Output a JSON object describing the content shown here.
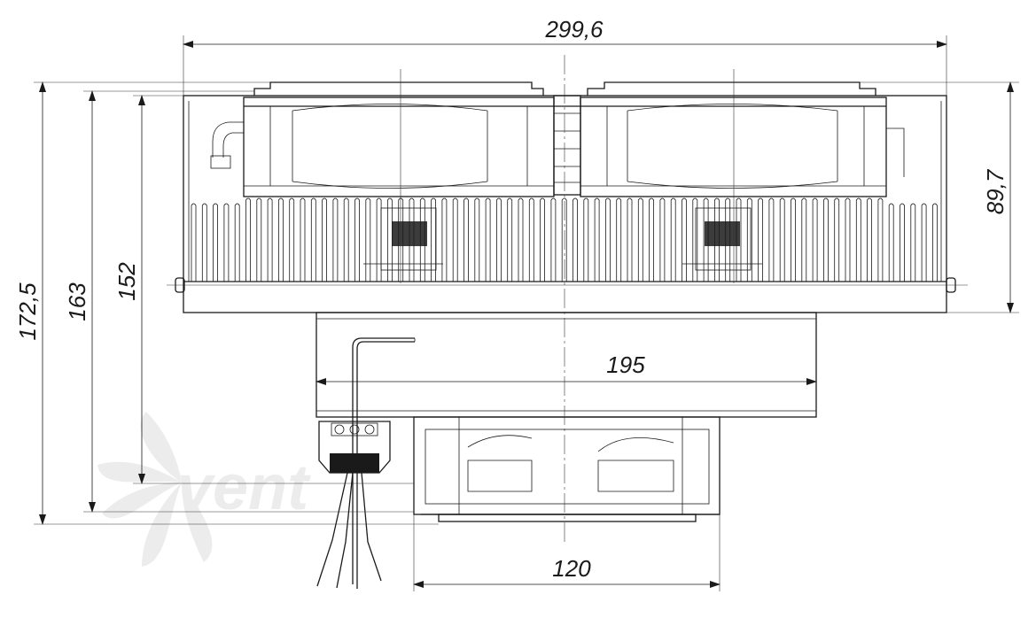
{
  "dimensions": {
    "overall_width": "299,6",
    "inner_width": "195",
    "fan_width": "120",
    "total_height": "172,5",
    "height_163": "163",
    "height_152": "152",
    "top_height": "89,7"
  },
  "watermark": {
    "brand": "vent"
  },
  "colors": {
    "line": "#1a1a1a",
    "watermark": "#ececec"
  }
}
